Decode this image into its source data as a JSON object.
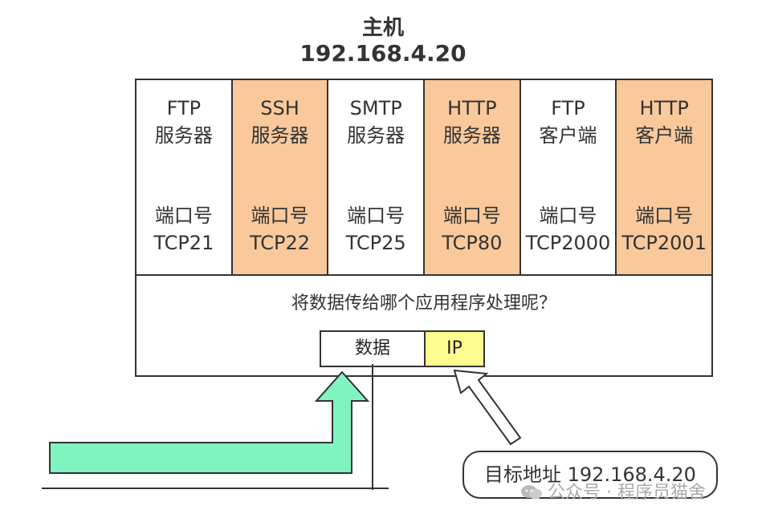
{
  "host": {
    "name": "主机",
    "ip": "192.168.4.20"
  },
  "apps": [
    {
      "name_line1": "FTP",
      "name_line2": "服务器",
      "port_label": "端口号",
      "port": "TCP21",
      "highlight": false
    },
    {
      "name_line1": "SSH",
      "name_line2": "服务器",
      "port_label": "端口号",
      "port": "TCP22",
      "highlight": true
    },
    {
      "name_line1": "SMTP",
      "name_line2": "服务器",
      "port_label": "端口号",
      "port": "TCP25",
      "highlight": false
    },
    {
      "name_line1": "HTTP",
      "name_line2": "服务器",
      "port_label": "端口号",
      "port": "TCP80",
      "highlight": true
    },
    {
      "name_line1": "FTP",
      "name_line2": "客户端",
      "port_label": "端口号",
      "port": "TCP2000",
      "highlight": false
    },
    {
      "name_line1": "HTTP",
      "name_line2": "客户端",
      "port_label": "端口号",
      "port": "TCP2001",
      "highlight": true
    }
  ],
  "question": "将数据传给哪个应用程序处理呢？",
  "packet": {
    "data": "数据",
    "ip": "IP"
  },
  "target": "目标地址 192.168.4.20",
  "watermark": "公众号 · 程序员猫舍",
  "colors": {
    "orange": "#f9c99c",
    "green": "#7ff4c0",
    "yellow": "#fbfb8e",
    "border": "#333333"
  }
}
